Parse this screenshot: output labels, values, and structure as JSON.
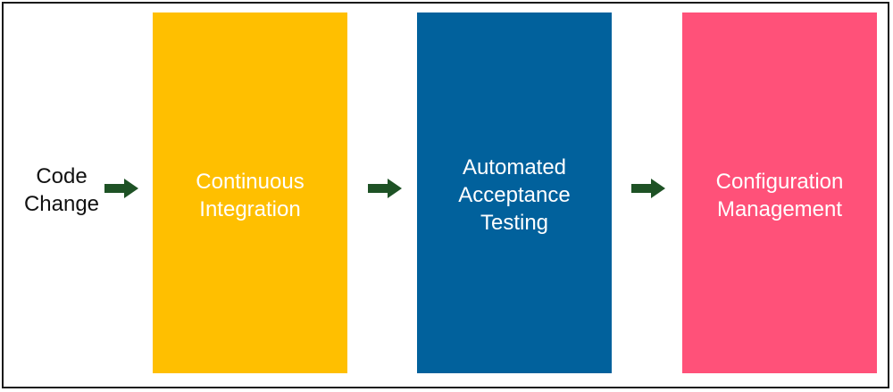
{
  "diagram": {
    "start": {
      "label": "Code\nChange"
    },
    "stages": [
      {
        "label": "Continuous\nIntegration",
        "color": "#ffbf00"
      },
      {
        "label": "Automated\nAcceptance\nTesting",
        "color": "#01619c"
      },
      {
        "label": "Configuration\nManagement",
        "color": "#ff5179"
      }
    ],
    "arrow_color": "#1e5225"
  }
}
